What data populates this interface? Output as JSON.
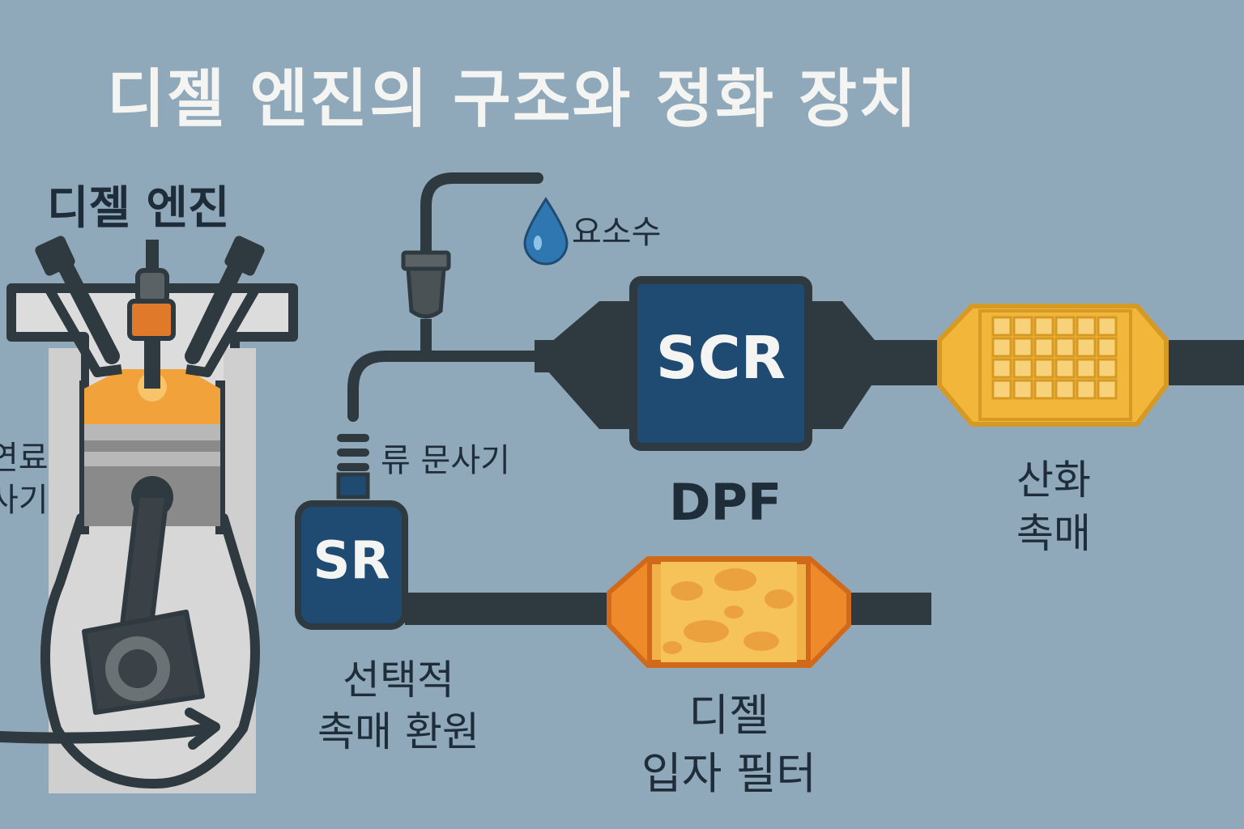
{
  "title": "디젤 엔진의 구조와 정화 장치",
  "engine": {
    "title": "디젤 엔진",
    "fuel_label_line1": "연료",
    "fuel_label_line2": "사기"
  },
  "urea": {
    "label": "요소수"
  },
  "injector": {
    "label": "류 문사기"
  },
  "scr_unit": {
    "box_label": "SCR",
    "under_label": "DPF"
  },
  "oxidation_catalyst": {
    "line1": "산화",
    "line2": "촉매"
  },
  "sr_unit": {
    "box_label": "SR",
    "line1": "선택적",
    "line2": "촉매 환원"
  },
  "dpf_unit": {
    "line1": "디젤",
    "line2": "입자 필터"
  },
  "colors": {
    "background": "#8fa9ba",
    "pipe": "#2e3a3f",
    "scr_box": "#1f4a72",
    "oxidation_catalyst": "#f2b73a",
    "dpf": "#ef8a2b",
    "combustion": "#f2a23a",
    "urea_drop": "#2f77b0"
  }
}
